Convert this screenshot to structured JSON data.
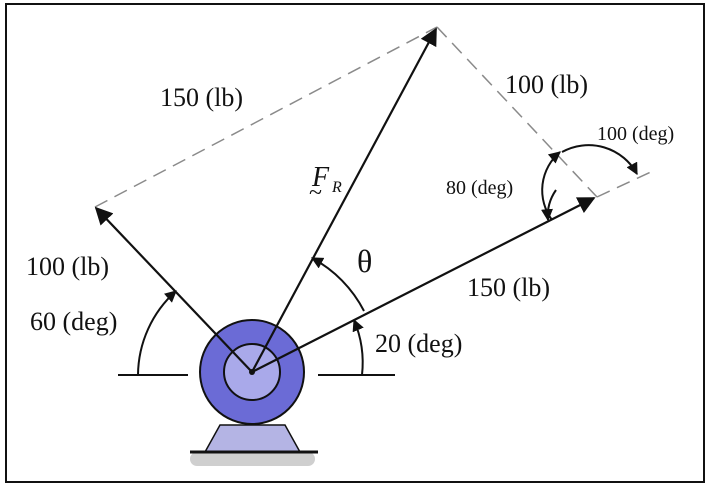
{
  "labels": {
    "force_left_diag": "150 (lb)",
    "force_right_diag": "100 (lb)",
    "force_left": "100 (lb)",
    "angle_left": "60 (deg)",
    "force_right": "150 (lb)",
    "angle_right": "20 (deg)",
    "angle_80": "80 (deg)",
    "angle_100": "100 (deg)",
    "theta": "θ",
    "resultant_F": "F",
    "resultant_sub": "R",
    "resultant_tilde": "~"
  },
  "colors": {
    "hub_outer": "#6b6bd6",
    "hub_inner": "#a9a9ea",
    "stand": "#b4b4e4",
    "ground_shadow": "#c8c8c8",
    "stroke": "#111111",
    "dashed": "#8a8a8a"
  }
}
